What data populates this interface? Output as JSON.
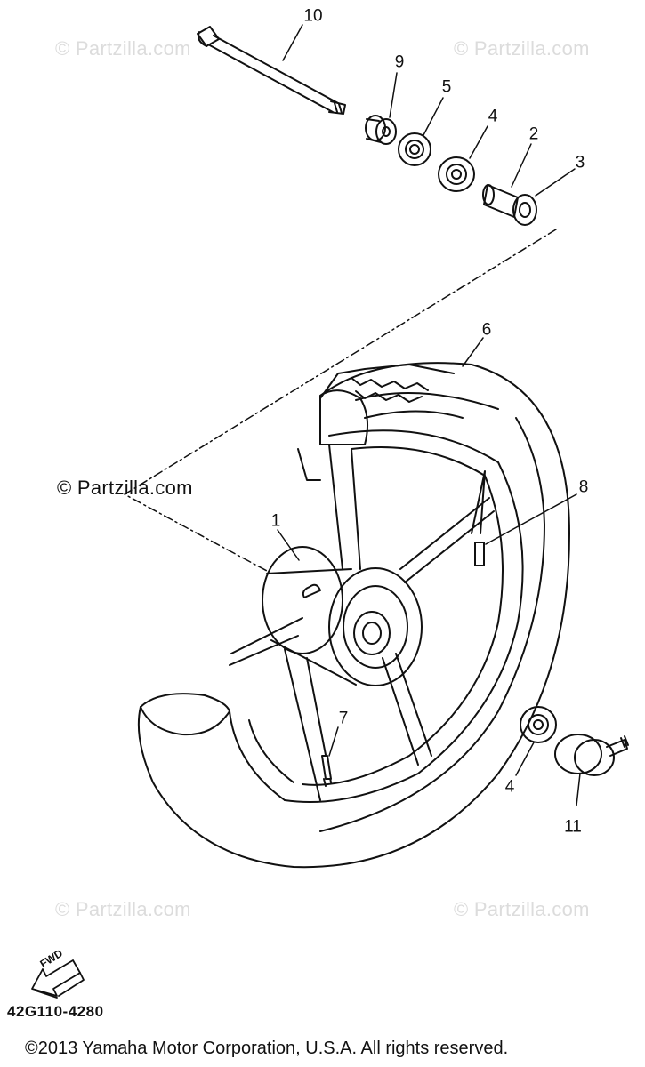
{
  "watermark": {
    "text": "© Partzilla.com"
  },
  "callouts": {
    "c10": "10",
    "c9": "9",
    "c5": "5",
    "c4a": "4",
    "c2": "2",
    "c3": "3",
    "c6": "6",
    "c8": "8",
    "c1": "1",
    "c7": "7",
    "c4b": "4",
    "c11": "11"
  },
  "fwd_label": "FWD",
  "diagram_code": "42G110-4280",
  "copyright": "©2013 Yamaha Motor Corporation, U.S.A. All rights reserved."
}
